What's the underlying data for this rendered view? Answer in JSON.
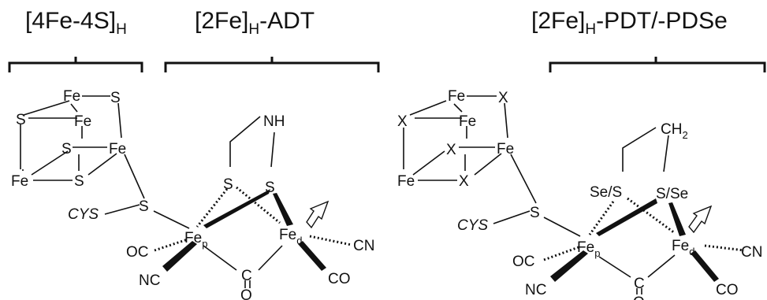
{
  "headers": {
    "cluster_main": "[4Fe-4S]",
    "cluster_sub": "H",
    "adt_pre": "[2Fe]",
    "adt_sub": "H",
    "adt_post": "-ADT",
    "pdt_pre": "[2Fe]",
    "pdt_sub": "H",
    "pdt_post": "-PDT/-PDSe"
  },
  "left": {
    "fe": "Fe",
    "s": "S",
    "nh": "NH",
    "cys": "CYS",
    "fep_main": "Fe",
    "fep_sub": "p",
    "fed_main": "Fe",
    "fed_sub": "d",
    "oc": "OC",
    "nc": "NC",
    "co": "CO",
    "cn": "CN",
    "c": "C",
    "o": "O"
  },
  "right": {
    "fe": "Fe",
    "x": "X",
    "ch2_main": "CH",
    "ch2_sub": "2",
    "se_s": "Se/S",
    "s_se": "S/Se",
    "s": "S",
    "cys": "CYS",
    "fep_main": "Fe",
    "fep_sub": "p",
    "fed_main": "Fe",
    "fed_sub": "d",
    "oc": "OC",
    "nc": "NC",
    "co": "CO",
    "cn": "CN",
    "c": "C",
    "o": "O"
  }
}
